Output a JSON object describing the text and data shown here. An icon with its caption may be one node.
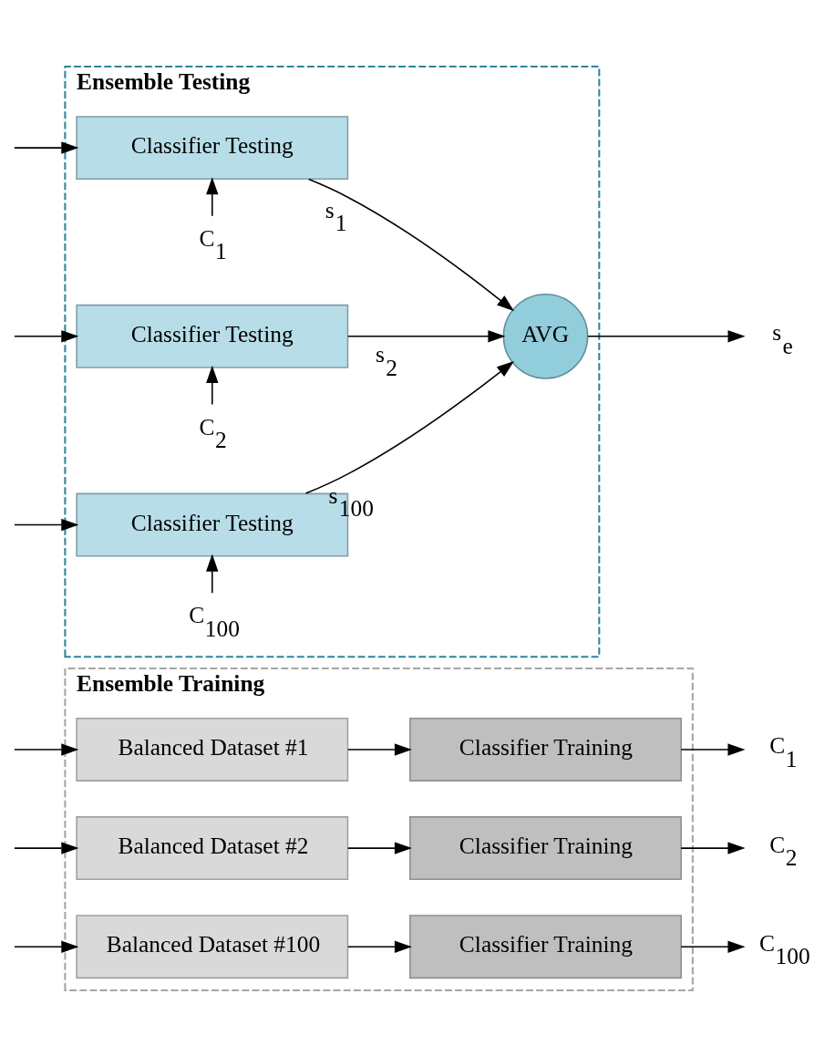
{
  "diagram": {
    "nodes": [
      {
        "text": [
          "Ensemble Training"
        ]
      },
      {
        "text": [
          "Balanced Dataset #1"
        ],
        "in": 0
      },
      {
        "text": [
          "Classifier Training"
        ],
        "in": 0
      },
      {
        "text": [
          "C$_{1}$"
        ]
      },
      {
        "text": [
          "Balanced Dataset #2"
        ],
        "in": 0
      },
      {
        "text": [
          "Classifier Training"
        ],
        "in": 0
      },
      {
        "text": [
          "C$_{2}$"
        ]
      },
      {
        "text": [
          "Balanced Dataset #100"
        ],
        "in": 0
      },
      {
        "text": [
          "Classifier Training"
        ],
        "in": 0
      },
      {
        "text": [
          "C$_{100}$"
        ]
      },
      {
        "text": [
          "Ensemble Testing"
        ]
      },
      {
        "text": [
          "C$_{1}$"
        ],
        "in": 10
      },
      {
        "text": [
          "Classifier Testing"
        ],
        "in": 10
      },
      {
        "text": [
          "C$_{2}$"
        ],
        "in": 10
      },
      {
        "text": [
          "Classifier Testing"
        ],
        "in": 10
      },
      {
        "text": [
          "C$_{100}$"
        ],
        "in": 10
      },
      {
        "text": [
          "Classifier Testing"
        ],
        "in": 10
      },
      {
        "text": [
          "AVG"
        ],
        "in": 10
      },
      {
        "text": [
          "s$_{e}$"
        ]
      }
    ],
    "edges": [
      {
        "from": null,
        "to": 1,
        "arrow": "to"
      },
      {
        "from": null,
        "to": 4,
        "arrow": "to"
      },
      {
        "from": null,
        "to": 7,
        "arrow": "to"
      },
      {
        "from": 1,
        "to": 2,
        "arrow": "to"
      },
      {
        "from": 2,
        "to": 3,
        "arrow": "to"
      },
      {
        "from": 4,
        "to": 5,
        "arrow": "to"
      },
      {
        "from": 5,
        "to": 6,
        "arrow": "to"
      },
      {
        "from": 7,
        "to": 8,
        "arrow": "to"
      },
      {
        "from": 8,
        "to": 9,
        "arrow": "to"
      },
      {
        "from": null,
        "to": 12,
        "arrow": "to"
      },
      {
        "from": null,
        "to": 14,
        "arrow": "to"
      },
      {
        "from": null,
        "to": 16,
        "arrow": "to"
      },
      {
        "from": 11,
        "to": 12,
        "arrow": "to"
      },
      {
        "from": 13,
        "to": 14,
        "arrow": "to"
      },
      {
        "from": 15,
        "to": 16,
        "arrow": "to"
      },
      {
        "from": 12,
        "to": 17,
        "arrow": "to",
        "label": "s$_{1}$"
      },
      {
        "from": 14,
        "to": 17,
        "arrow": "to",
        "label": "s$_{2}$"
      },
      {
        "from": 16,
        "to": 17,
        "arrow": "to",
        "label": "s$_{100}$"
      },
      {
        "from": 17,
        "to": 18,
        "arrow": "to"
      }
    ]
  }
}
